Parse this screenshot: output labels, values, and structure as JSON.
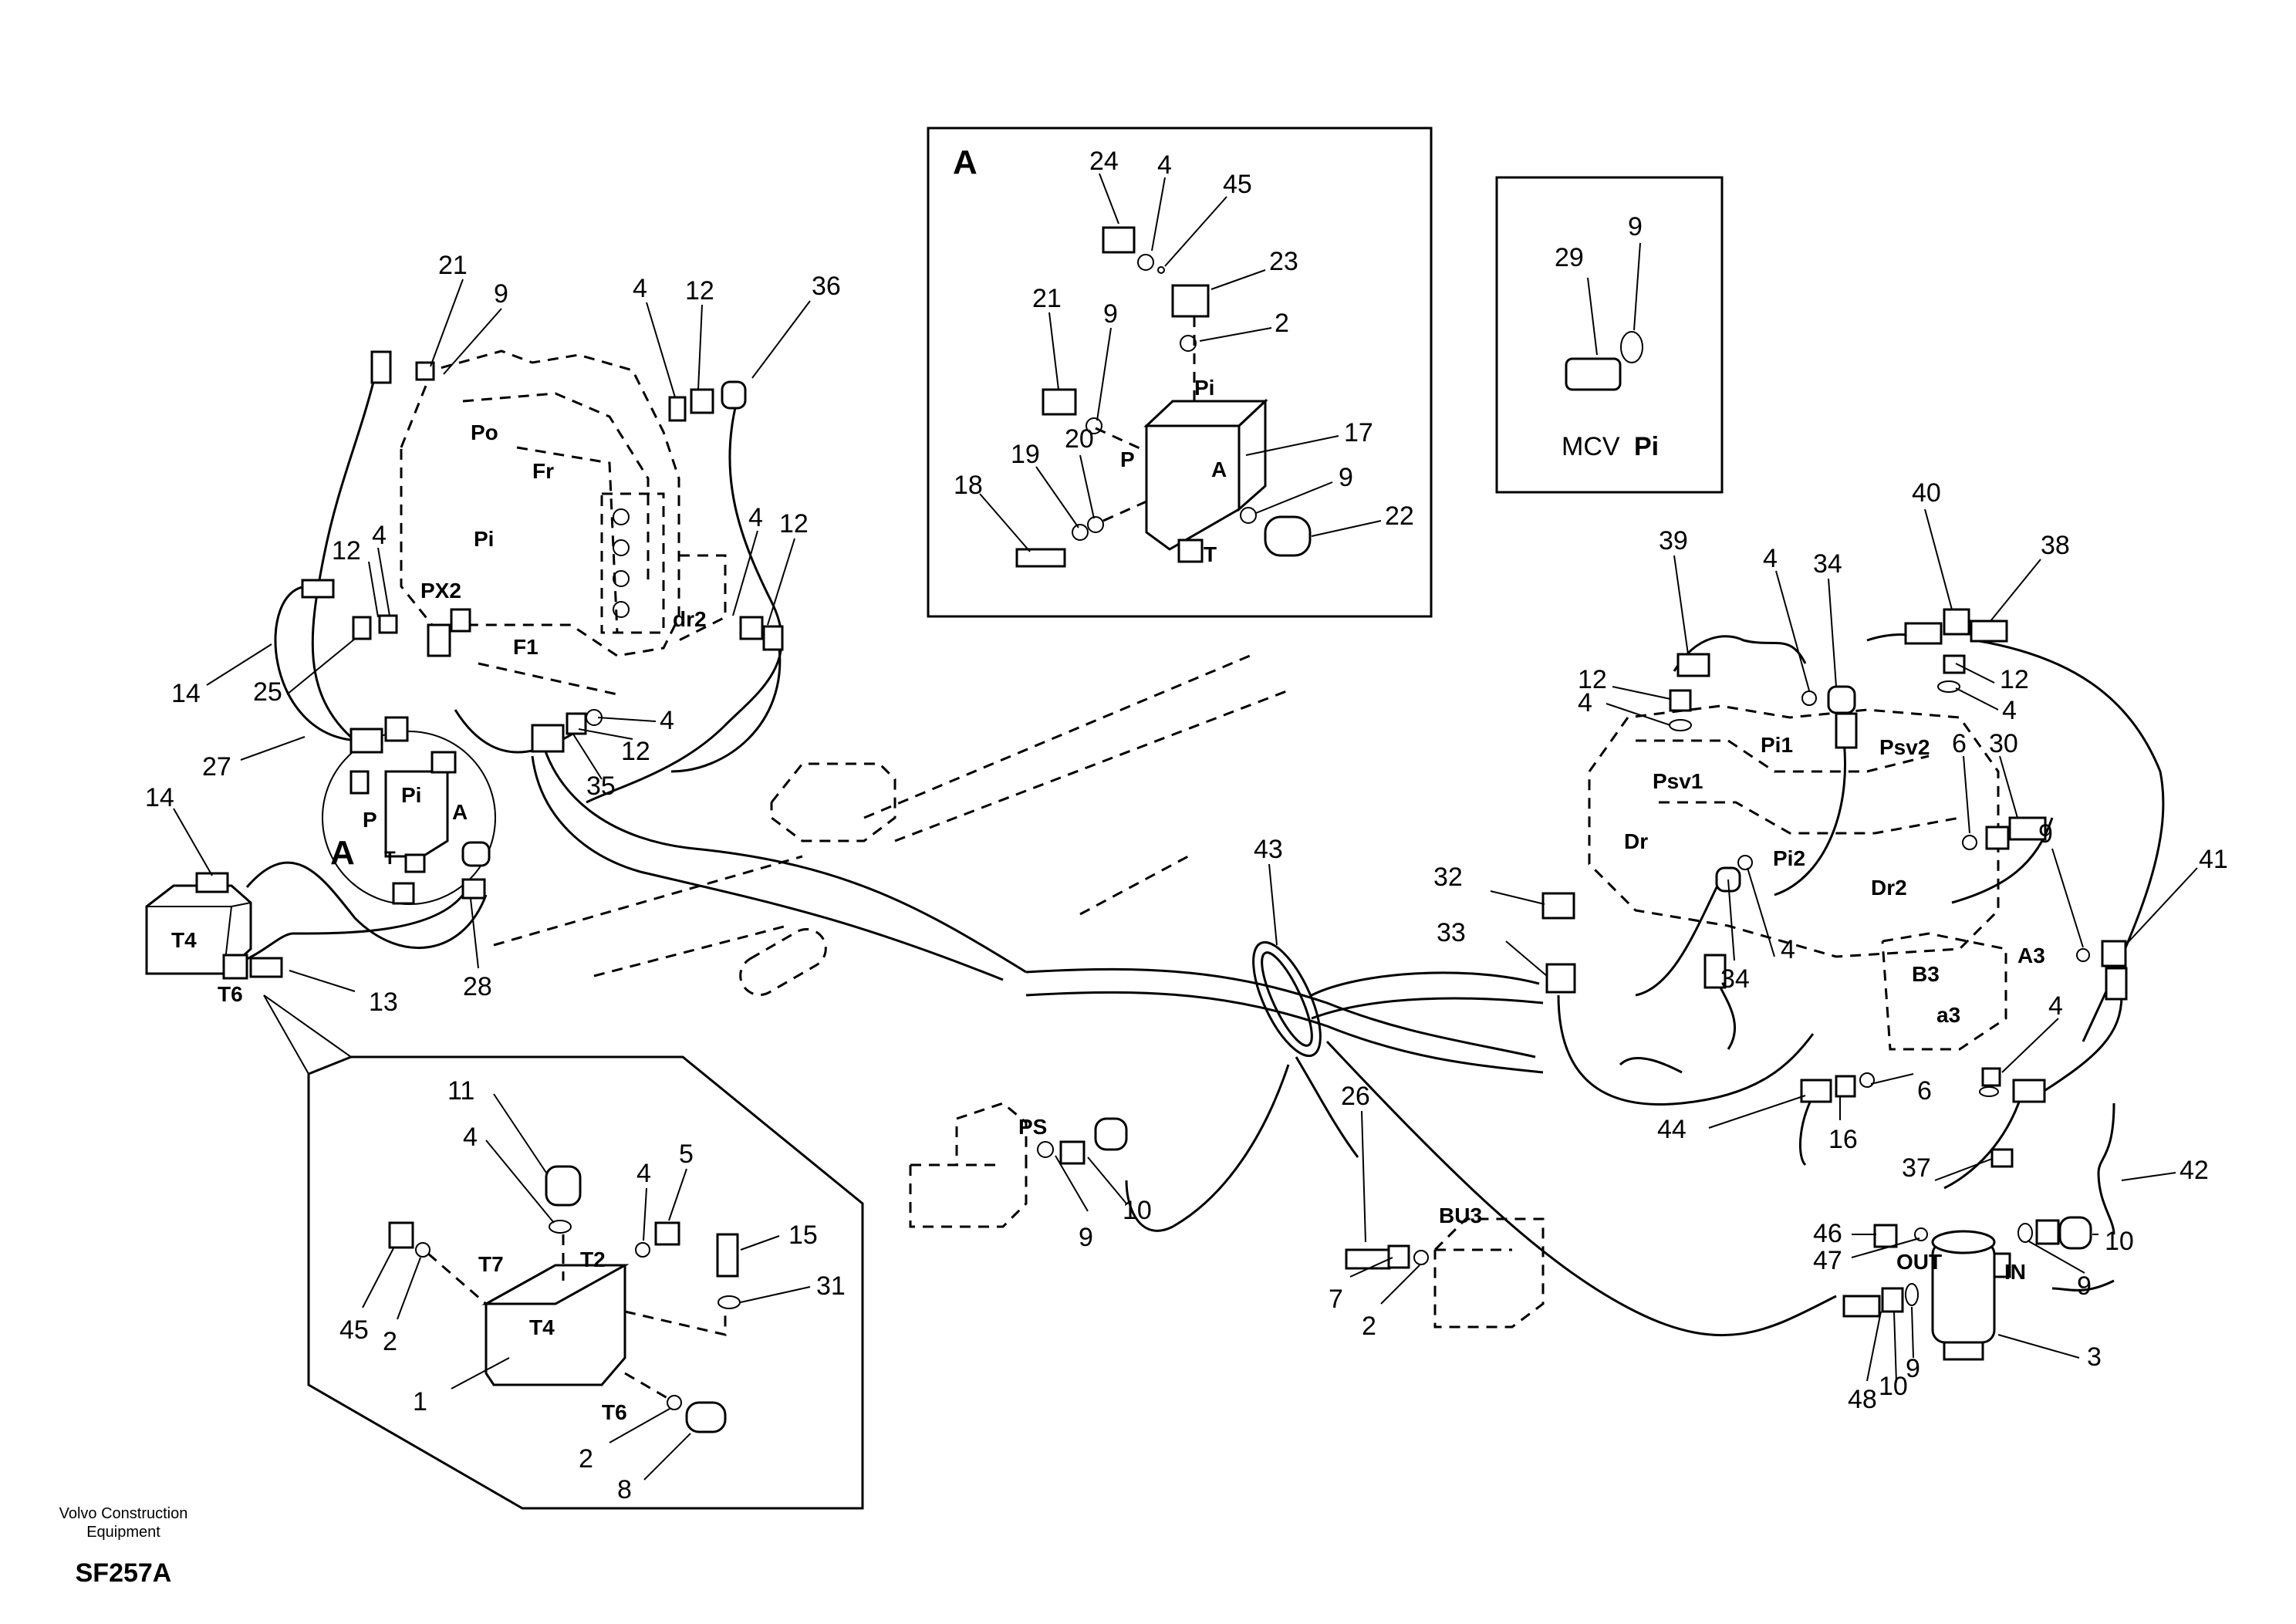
{
  "detail_a": {
    "title": "A",
    "ports": {
      "pi": "Pi",
      "p": "P",
      "a": "A",
      "t": "T"
    },
    "callouts": [
      "24",
      "4",
      "45",
      "23",
      "2",
      "21",
      "9",
      "17",
      "20",
      "19",
      "18",
      "9",
      "22"
    ]
  },
  "detail_mcv": {
    "label_a": "MCV",
    "label_b": "Pi",
    "callouts": [
      "29",
      "9"
    ]
  },
  "detail_block": {
    "ports": {
      "t7": "T7",
      "t2": "T2",
      "t4": "T4",
      "t6": "T6"
    },
    "callouts": [
      "11",
      "4",
      "4",
      "5",
      "15",
      "31",
      "45",
      "2",
      "1",
      "2",
      "8"
    ]
  },
  "main_labels": {
    "po": "Po",
    "fr": "Fr",
    "pi": "Pi",
    "px2": "PX2",
    "f1": "F1",
    "dr2": "dr2",
    "pi_small": "Pi",
    "p_small": "P",
    "a_small": "A",
    "t_small": "T",
    "a_big": "A",
    "t4": "T4",
    "t6": "T6",
    "psv1": "Psv1",
    "pi1": "Pi1",
    "psv2": "Psv2",
    "dr": "Dr",
    "pi2": "Pi2",
    "dr_2": "Dr2",
    "a3": "A3",
    "b3": "B3",
    "a3b": "a3",
    "ps": "PS",
    "bu3": "BU3",
    "out": "OUT",
    "in": "IN"
  },
  "main_callouts": {
    "c21": "21",
    "c9a": "9",
    "c4a": "4",
    "c12a": "12",
    "c36": "36",
    "c4b": "4",
    "c12b": "12",
    "c12c": "12",
    "c4c": "4",
    "c14a": "14",
    "c25": "25",
    "c27": "27",
    "c14b": "14",
    "c13": "13",
    "c28": "28",
    "c35": "35",
    "c4d": "4",
    "c12d": "12",
    "c39": "39",
    "c4e": "4",
    "c34a": "34",
    "c40": "40",
    "c38": "38",
    "c12e": "12",
    "c4f": "4",
    "c12f": "12",
    "c4g": "4",
    "c6a": "6",
    "c30": "30",
    "c9b": "9",
    "c41": "41",
    "c32": "32",
    "c33": "33",
    "c34b": "34",
    "c4h": "4",
    "c43": "43",
    "c44": "44",
    "c16": "16",
    "c6b": "6",
    "c4i": "4",
    "c37": "37",
    "c42": "42",
    "c26": "26",
    "c7": "7",
    "c2": "2",
    "c10a": "10",
    "c9c": "9",
    "c46": "46",
    "c47": "47",
    "c10b": "10",
    "c9d": "9",
    "c3": "3",
    "c48": "48",
    "c10c": "10",
    "c9e": "9"
  },
  "footer": {
    "line1": "Volvo Construction",
    "line2": "Equipment",
    "code": "SF257A"
  }
}
